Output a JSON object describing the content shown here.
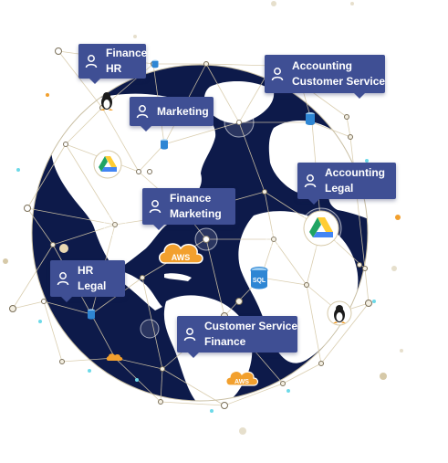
{
  "colors": {
    "ocean": "#0d1a4a",
    "land": "#ffffff",
    "label_bg": "#3f4f94",
    "mesh_line": "#d6c9a8",
    "aws_orange": "#f2a02e",
    "sql_blue": "#2e86d4",
    "drive_green": "#1fa463",
    "drive_yellow": "#ffcd34",
    "drive_blue": "#4285f4",
    "node_dot": "#6dd9e8"
  },
  "icons": {
    "user": "user-icon",
    "aws": "aws-cloud-icon",
    "sql": "sql-database-icon",
    "drive": "google-drive-icon",
    "linux": "linux-penguin-icon"
  },
  "labels": [
    {
      "lines": [
        "Finance",
        "HR"
      ]
    },
    {
      "lines": [
        "Accounting",
        "Customer Service"
      ]
    },
    {
      "lines": [
        "Marketing"
      ]
    },
    {
      "lines": [
        "Accounting",
        "Legal"
      ]
    },
    {
      "lines": [
        "Finance",
        "Marketing"
      ]
    },
    {
      "lines": [
        "HR",
        "Legal"
      ]
    },
    {
      "lines": [
        "Customer Service",
        "Finance"
      ]
    }
  ],
  "badges": {
    "aws_text": "AWS",
    "sql_text": "SQL"
  }
}
